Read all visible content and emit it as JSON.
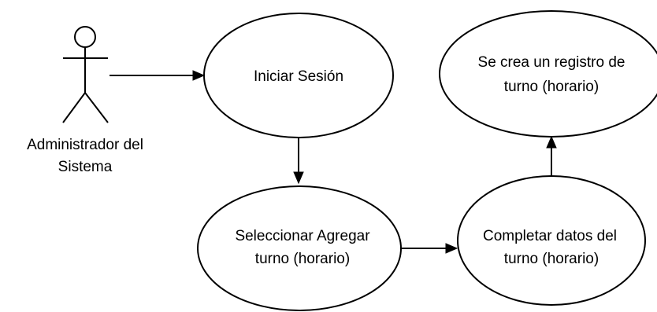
{
  "diagram": {
    "actor": {
      "label_line1": "Administrador del",
      "label_line2": "Sistema"
    },
    "use_cases": [
      {
        "id": "login",
        "line1": "Iniciar Sesión",
        "line2": ""
      },
      {
        "id": "select",
        "line1": "Seleccionar Agregar",
        "line2": "turno (horario)"
      },
      {
        "id": "complete",
        "line1": "Completar datos del",
        "line2": "turno (horario)"
      },
      {
        "id": "created",
        "line1": "Se crea un registro de",
        "line2": "turno (horario)"
      }
    ],
    "colors": {
      "stroke": "#000000",
      "fill": "#ffffff",
      "background": "#ffffff"
    }
  }
}
